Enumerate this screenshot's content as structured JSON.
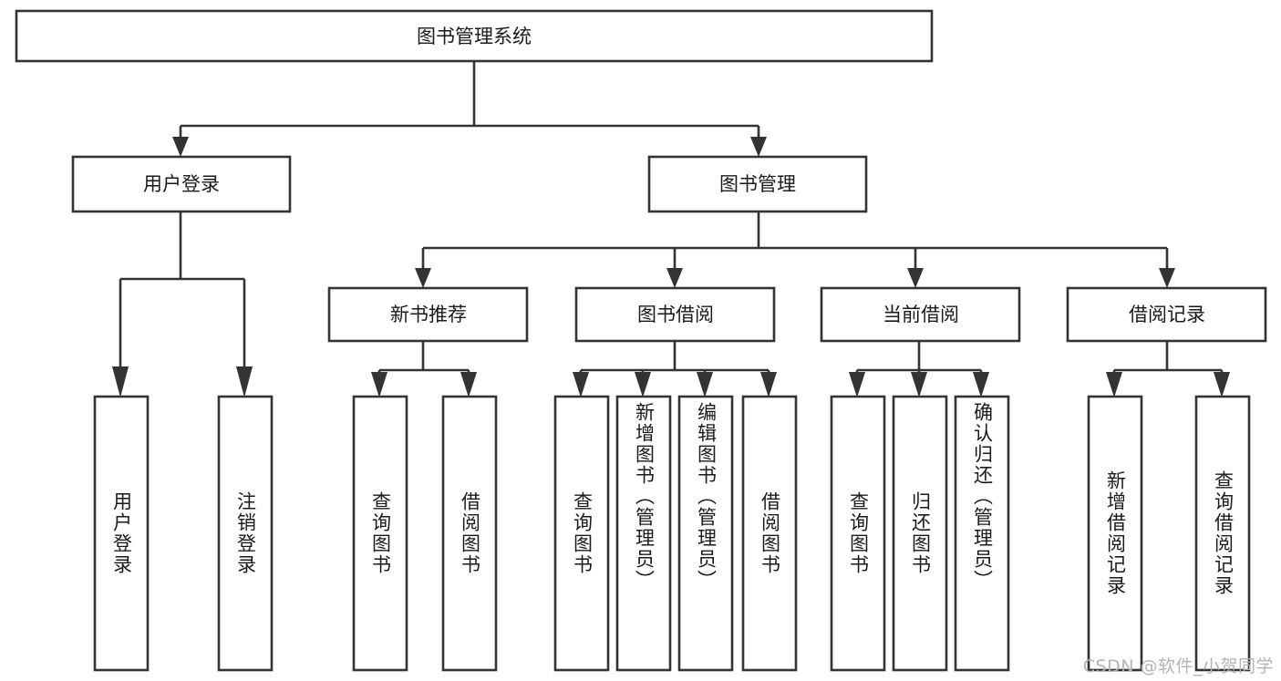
{
  "diagram": {
    "type": "tree-hierarchy",
    "title": "图书管理系统",
    "orientation": "top-down",
    "colors": {
      "box_fill": "#ffffff",
      "box_stroke": "#333333",
      "text": "#1a1a1a",
      "watermark": "#b4b4b4",
      "background": "#ffffff"
    },
    "root": {
      "id": "root",
      "label": "图书管理系统"
    },
    "level2": [
      {
        "id": "user-login",
        "label": "用户登录"
      },
      {
        "id": "book-management",
        "label": "图书管理"
      }
    ],
    "level3": [
      {
        "id": "new-book-recommend",
        "label": "新书推荐",
        "parent": "book-management"
      },
      {
        "id": "book-borrow",
        "label": "图书借阅",
        "parent": "book-management"
      },
      {
        "id": "current-borrow",
        "label": "当前借阅",
        "parent": "book-management"
      },
      {
        "id": "borrow-record",
        "label": "借阅记录",
        "parent": "book-management"
      }
    ],
    "leaves": [
      {
        "id": "leaf-user-login",
        "label": "用户登录",
        "parent": "user-login"
      },
      {
        "id": "leaf-logout-login",
        "label": "注销登录",
        "parent": "user-login"
      },
      {
        "id": "leaf-query-book-1",
        "label": "查询图书",
        "parent": "new-book-recommend"
      },
      {
        "id": "leaf-borrow-book-1",
        "label": "借阅图书",
        "parent": "new-book-recommend"
      },
      {
        "id": "leaf-query-book-2",
        "label": "查询图书",
        "parent": "book-borrow"
      },
      {
        "id": "leaf-add-book",
        "label": "新增图书（管理员）",
        "parent": "book-borrow"
      },
      {
        "id": "leaf-edit-book",
        "label": "编辑图书（管理员）",
        "parent": "book-borrow"
      },
      {
        "id": "leaf-borrow-book-2",
        "label": "借阅图书",
        "parent": "book-borrow"
      },
      {
        "id": "leaf-query-book-3",
        "label": "查询图书",
        "parent": "current-borrow"
      },
      {
        "id": "leaf-return-book",
        "label": "归还图书",
        "parent": "current-borrow"
      },
      {
        "id": "leaf-confirm-return",
        "label": "确认归还（管理员）",
        "parent": "current-borrow"
      },
      {
        "id": "leaf-add-record",
        "label": "新增借阅记录",
        "parent": "borrow-record"
      },
      {
        "id": "leaf-query-record",
        "label": "查询借阅记录",
        "parent": "borrow-record"
      }
    ]
  },
  "watermark": {
    "text": "CSDN @软件_小贺同学"
  }
}
